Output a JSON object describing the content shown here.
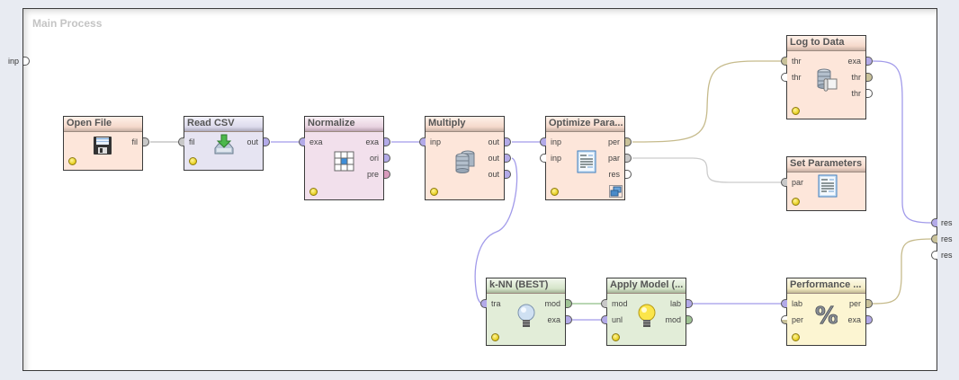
{
  "process": {
    "title": "Main Process",
    "left_ports": [
      {
        "label": "inp",
        "color": "#ffffff"
      }
    ],
    "right_ports": [
      {
        "label": "res",
        "color": "#b3aae8"
      },
      {
        "label": "res",
        "color": "#c9c29a"
      },
      {
        "label": "res",
        "color": "#ffffff"
      }
    ]
  },
  "colors": {
    "example_set": "#b3aae8",
    "file": "#c8c8c8",
    "performance": "#c9c29a",
    "model": "#9fc394",
    "parameters": "#c8c8c8",
    "preprocessing": "#d99bbd",
    "unconnected": "#ffffff",
    "wire_example": "#a29bea",
    "wire_performance": "#c6bb8c",
    "wire_parameters": "#cccccc",
    "wire_model": "#8fbf86",
    "wire_file": "#bbbbbb"
  },
  "operators": [
    {
      "id": "open-file",
      "title": "Open File",
      "theme": "peach",
      "icon": "floppy-disk-icon",
      "inputs": [],
      "outputs": [
        {
          "label": "fil",
          "type": "file"
        }
      ]
    },
    {
      "id": "read-csv",
      "title": "Read CSV",
      "theme": "lavender",
      "icon": "import-icon",
      "inputs": [
        {
          "label": "fil",
          "type": "file"
        }
      ],
      "outputs": [
        {
          "label": "out",
          "type": "example_set"
        }
      ]
    },
    {
      "id": "normalize",
      "title": "Normalize",
      "theme": "pink",
      "icon": "grid-icon",
      "inputs": [
        {
          "label": "exa",
          "type": "example_set"
        }
      ],
      "outputs": [
        {
          "label": "exa",
          "type": "example_set"
        },
        {
          "label": "ori",
          "type": "example_set"
        },
        {
          "label": "pre",
          "type": "preprocessing"
        }
      ]
    },
    {
      "id": "multiply",
      "title": "Multiply",
      "theme": "peach",
      "icon": "database-icon",
      "inputs": [
        {
          "label": "inp",
          "type": "example_set"
        }
      ],
      "outputs": [
        {
          "label": "out",
          "type": "example_set"
        },
        {
          "label": "out",
          "type": "example_set"
        },
        {
          "label": "out",
          "type": "example_set"
        }
      ]
    },
    {
      "id": "optimize-parameters",
      "title": "Optimize Para...",
      "theme": "peach",
      "icon": "parameter-list-icon",
      "inputs": [
        {
          "label": "inp",
          "type": "example_set"
        },
        {
          "label": "inp",
          "type": "unconnected"
        }
      ],
      "outputs": [
        {
          "label": "per",
          "type": "performance"
        },
        {
          "label": "par",
          "type": "parameters"
        },
        {
          "label": "res",
          "type": "unconnected"
        }
      ]
    },
    {
      "id": "log-to-data",
      "title": "Log to Data",
      "theme": "peach",
      "icon": "log-database-icon",
      "inputs": [
        {
          "label": "thr",
          "type": "performance"
        },
        {
          "label": "thr",
          "type": "unconnected"
        }
      ],
      "outputs": [
        {
          "label": "exa",
          "type": "example_set"
        },
        {
          "label": "thr",
          "type": "performance"
        },
        {
          "label": "thr",
          "type": "unconnected"
        }
      ]
    },
    {
      "id": "set-parameters",
      "title": "Set Parameters",
      "theme": "peach",
      "icon": "parameter-list-icon",
      "inputs": [
        {
          "label": "par",
          "type": "parameters"
        }
      ],
      "outputs": []
    },
    {
      "id": "knn-best",
      "title": "k-NN (BEST)",
      "theme": "green",
      "icon": "lightbulb-blue-icon",
      "inputs": [
        {
          "label": "tra",
          "type": "example_set"
        }
      ],
      "outputs": [
        {
          "label": "mod",
          "type": "model"
        },
        {
          "label": "exa",
          "type": "example_set"
        }
      ]
    },
    {
      "id": "apply-model",
      "title": "Apply Model (...",
      "theme": "green",
      "icon": "lightbulb-yellow-icon",
      "inputs": [
        {
          "label": "mod",
          "type": "model"
        },
        {
          "label": "unl",
          "type": "example_set"
        }
      ],
      "outputs": [
        {
          "label": "lab",
          "type": "example_set"
        },
        {
          "label": "mod",
          "type": "model"
        }
      ]
    },
    {
      "id": "performance",
      "title": "Performance ...",
      "theme": "yellow",
      "icon": "percent-icon",
      "inputs": [
        {
          "label": "lab",
          "type": "example_set"
        },
        {
          "label": "per",
          "type": "performance"
        }
      ],
      "outputs": [
        {
          "label": "per",
          "type": "performance"
        },
        {
          "label": "exa",
          "type": "example_set"
        }
      ]
    }
  ],
  "connections": [
    {
      "from": "open-file.out.0",
      "to": "read-csv.in.0",
      "type": "file"
    },
    {
      "from": "read-csv.out.0",
      "to": "normalize.in.0",
      "type": "example"
    },
    {
      "from": "normalize.out.0",
      "to": "multiply.in.0",
      "type": "example"
    },
    {
      "from": "multiply.out.0",
      "to": "optimize-parameters.in.0",
      "type": "example"
    },
    {
      "from": "multiply.out.1",
      "to": "knn-best.in.0",
      "type": "example"
    },
    {
      "from": "optimize-parameters.out.0",
      "to": "log-to-data.in.0",
      "type": "performance"
    },
    {
      "from": "optimize-parameters.out.1",
      "to": "set-parameters.in.0",
      "type": "parameters"
    },
    {
      "from": "log-to-data.out.0",
      "to": "process.res.0",
      "type": "example"
    },
    {
      "from": "knn-best.out.0",
      "to": "apply-model.in.0",
      "type": "model"
    },
    {
      "from": "knn-best.out.1",
      "to": "apply-model.in.1",
      "type": "example"
    },
    {
      "from": "apply-model.out.0",
      "to": "performance.in.0",
      "type": "example"
    },
    {
      "from": "performance.out.0",
      "to": "process.res.1",
      "type": "performance"
    }
  ]
}
